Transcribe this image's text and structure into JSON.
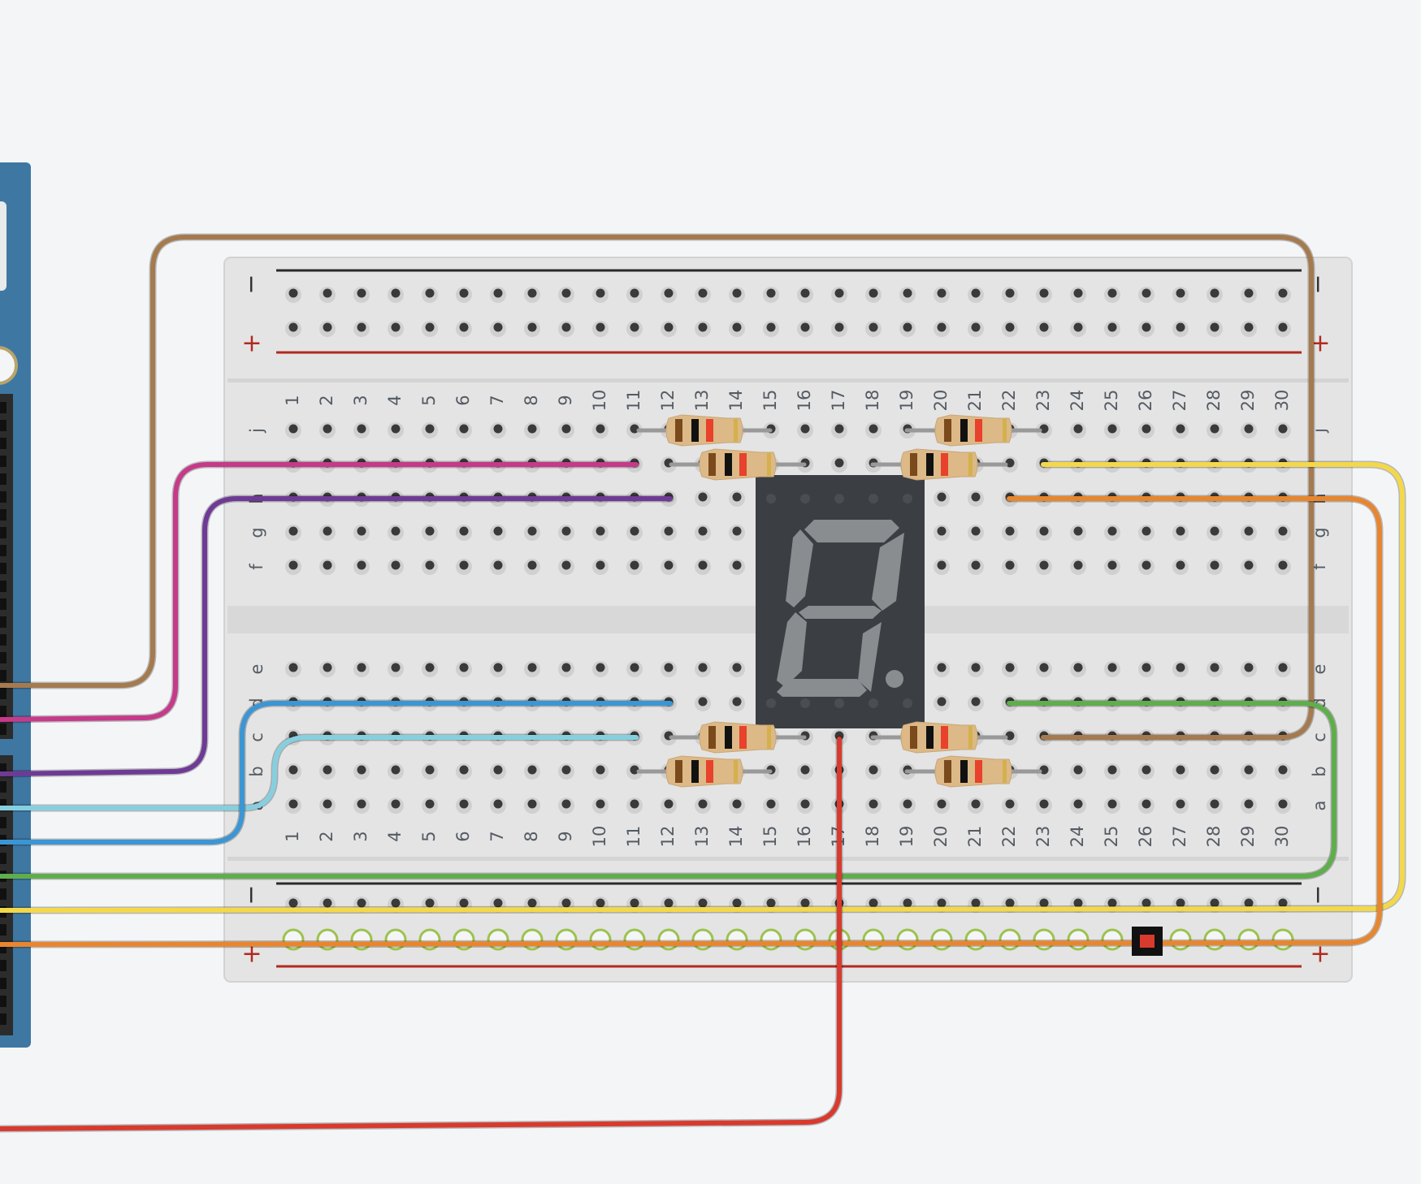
{
  "breadboard": {
    "columns": [
      "1",
      "2",
      "3",
      "4",
      "5",
      "6",
      "7",
      "8",
      "9",
      "10",
      "11",
      "12",
      "13",
      "14",
      "15",
      "16",
      "17",
      "18",
      "19",
      "20",
      "21",
      "22",
      "23",
      "24",
      "25",
      "26",
      "27",
      "28",
      "29",
      "30"
    ],
    "rows_top": [
      "j",
      "i",
      "h",
      "g",
      "f"
    ],
    "rows_bottom": [
      "e",
      "d",
      "c",
      "b",
      "a"
    ],
    "rail_minus": "−",
    "rail_plus": "+"
  },
  "components": {
    "display": "7-segment-display",
    "resistor_bands": {
      "top": [
        "#7a4a1d",
        "#111111",
        "#e8412c",
        "#d4b14a"
      ],
      "alt": [
        "#7a4a1d",
        "#111111",
        "#e8412c",
        "#d4b14a"
      ]
    }
  },
  "colors": {
    "wire_brown": "#a57a4f",
    "wire_magenta": "#c63a8a",
    "wire_purple": "#6f3a96",
    "wire_blue": "#3b96d4",
    "wire_lightblue": "#86cfe0",
    "wire_green": "#5fae4c",
    "wire_yellow": "#f3d84a",
    "wire_orange": "#e8862f",
    "wire_red": "#d93a2e",
    "board": "#e6e6e6",
    "display": "#3b3e42",
    "arduino": "#3f77a3"
  }
}
